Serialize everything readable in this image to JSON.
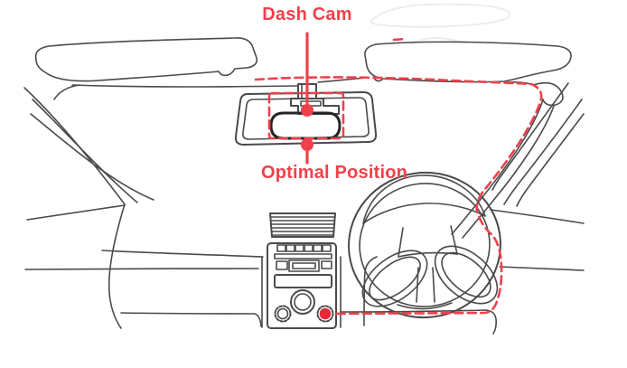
{
  "diagram": {
    "labels": {
      "dash_cam": "Dash Cam",
      "optimal_position": "Optimal Position"
    },
    "colors": {
      "annotation_red": "#F0414B",
      "outlet_red": "#E42A33",
      "line_gray": "#4A4A4C",
      "cam_outline": "#262626",
      "faint_gray": "#EDEDED",
      "background": "#FFFFFF"
    },
    "parts": [
      "left-sun-visor",
      "right-sun-visor",
      "headliner",
      "roof-outline",
      "rearview-mirror",
      "windshield-mount",
      "dash-cam-unit",
      "left-a-pillar",
      "right-a-pillar",
      "dashboard",
      "center-console",
      "air-vent",
      "audio-head-unit",
      "control-knobs",
      "power-outlet",
      "steering-wheel",
      "cable-route",
      "optimal-position-marker"
    ]
  }
}
